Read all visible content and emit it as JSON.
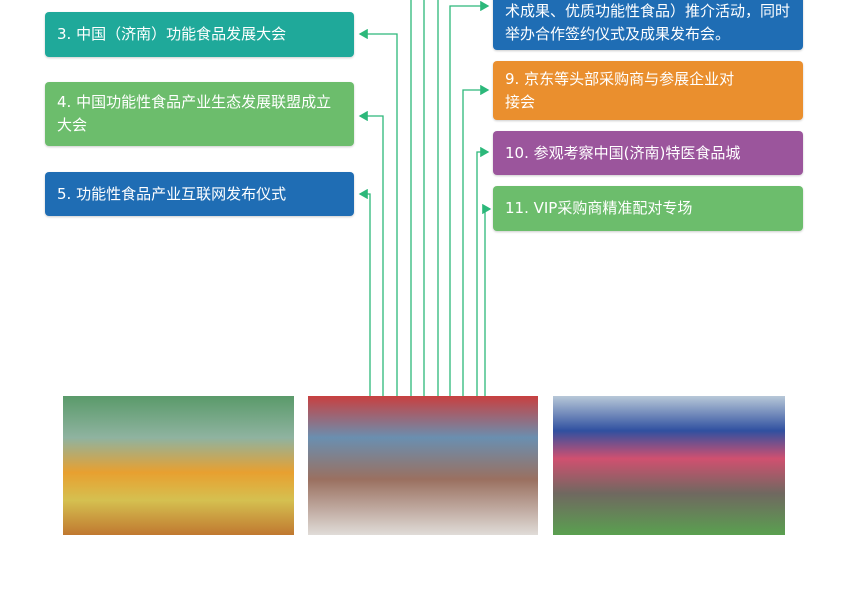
{
  "left_items": [
    {
      "label": "3. 中国（济南）功能食品发展大会",
      "color": "#1fa99a"
    },
    {
      "label": "4. 中国功能性食品产业生态发展联盟成立大会",
      "color": "#6cbd6c"
    },
    {
      "label": "5. 功能性食品产业互联网发布仪式",
      "color": "#1f6db4"
    }
  ],
  "right_items": [
    {
      "label": "术成果、优质功能性食品）推介活动，同时举办合作签约仪式及成果发布会。",
      "color": "#1f6db4"
    },
    {
      "label": "9. 京东等头部采购商与参展企业对接会",
      "color": "#ea8f2e"
    },
    {
      "label": "10. 参观考察中国(济南)特医食品城",
      "color": "#9b559c"
    },
    {
      "label": "11. VIP采购商精准配对专场",
      "color": "#6cbd6c"
    }
  ],
  "connector_color": "#2cb87a"
}
